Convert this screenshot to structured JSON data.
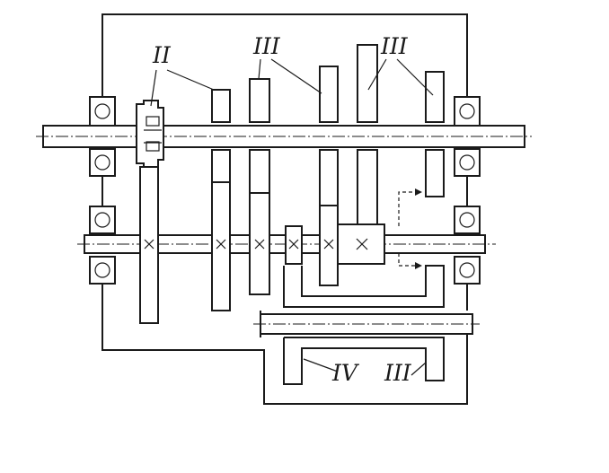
{
  "labels": {
    "ii": "II",
    "iii_a": "III",
    "iii_b": "III",
    "iii_c": "III",
    "iv": "IV"
  }
}
